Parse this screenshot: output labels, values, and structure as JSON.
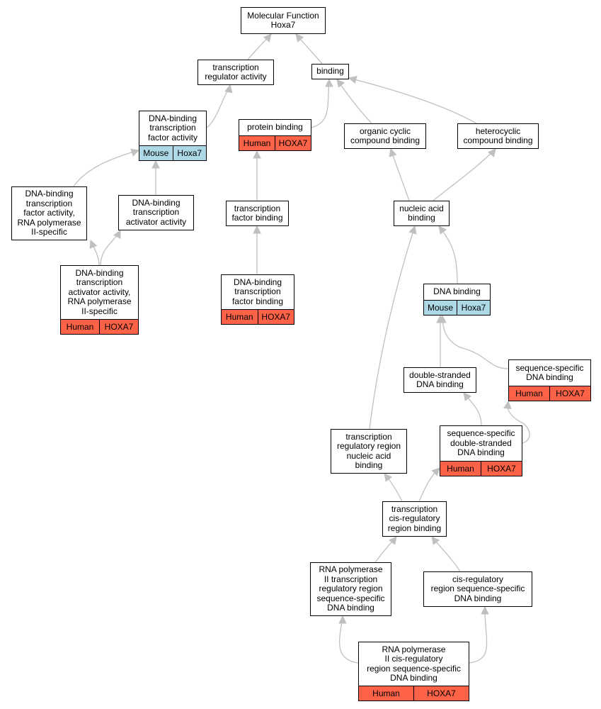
{
  "colors": {
    "human": "#ff6347",
    "mouse": "#add8e6",
    "edge": "#c0c0c0",
    "border": "#000000"
  },
  "nodes": [
    {
      "id": "mf",
      "label": "Molecular Function\nHoxa7"
    },
    {
      "id": "tra",
      "label": "transcription\nregulator activity"
    },
    {
      "id": "binding",
      "label": "binding"
    },
    {
      "id": "dbtfa",
      "label": "DNA-binding\ntranscription\nfactor activity",
      "species": "Mouse",
      "gene": "Hoxa7"
    },
    {
      "id": "pb",
      "label": "protein binding",
      "species": "Human",
      "gene": "HOXA7"
    },
    {
      "id": "ocb",
      "label": "organic cyclic\ncompound binding"
    },
    {
      "id": "hcb",
      "label": "heterocyclic\ncompound binding"
    },
    {
      "id": "dbtfa2",
      "label": "DNA-binding\ntranscription\nfactor activity,\nRNA polymerase\nII-specific"
    },
    {
      "id": "dbtaa",
      "label": "DNA-binding\ntranscription\nactivator activity"
    },
    {
      "id": "tfb",
      "label": "transcription\nfactor binding"
    },
    {
      "id": "nab",
      "label": "nucleic acid\nbinding"
    },
    {
      "id": "dbtaa2",
      "label": "DNA-binding\ntranscription\nactivator activity,\nRNA polymerase\nII-specific",
      "species": "Human",
      "gene": "HOXA7"
    },
    {
      "id": "dbtfb",
      "label": "DNA-binding\ntranscription\nfactor binding",
      "species": "Human",
      "gene": "HOXA7"
    },
    {
      "id": "dnab",
      "label": "DNA binding",
      "species": "Mouse",
      "gene": "Hoxa7"
    },
    {
      "id": "ssdb",
      "label": "sequence-specific\nDNA binding",
      "species": "Human",
      "gene": "HOXA7"
    },
    {
      "id": "dsdb",
      "label": "double-stranded\nDNA binding"
    },
    {
      "id": "trrnab",
      "label": "transcription\nregulatory region\nnucleic acid\nbinding"
    },
    {
      "id": "ssdsdb",
      "label": "sequence-specific\ndouble-stranded\nDNA binding",
      "species": "Human",
      "gene": "HOXA7"
    },
    {
      "id": "tcrrb",
      "label": "transcription\ncis-regulatory\nregion binding"
    },
    {
      "id": "rnap2trr",
      "label": "RNA polymerase\nII transcription\nregulatory region\nsequence-specific\nDNA binding"
    },
    {
      "id": "crrssdb",
      "label": "cis-regulatory\nregion sequence-specific\nDNA binding"
    },
    {
      "id": "rnap2cr",
      "label": "RNA polymerase\nII cis-regulatory\nregion sequence-specific\nDNA binding",
      "species": "Human",
      "gene": "HOXA7"
    }
  ]
}
